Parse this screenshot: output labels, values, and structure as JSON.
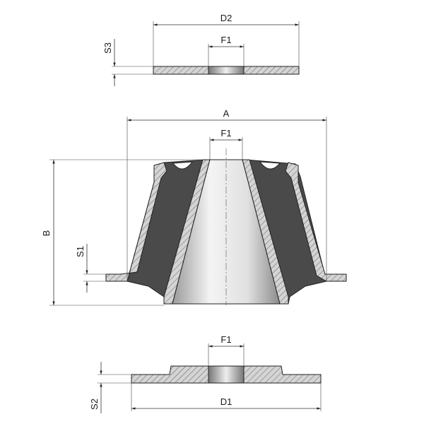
{
  "labels": {
    "d2": "D2",
    "s3": "S3",
    "f1_top": "F1",
    "a": "A",
    "f1_mid": "F1",
    "b": "B",
    "s1": "S1",
    "f1_bottom": "F1",
    "s2": "S2",
    "d1": "D1"
  },
  "colors": {
    "hatch_fill": "#d4d4d4",
    "hatch_line": "#555555",
    "body_dark": "#4a4a4a",
    "bore_light": "#ececec"
  }
}
